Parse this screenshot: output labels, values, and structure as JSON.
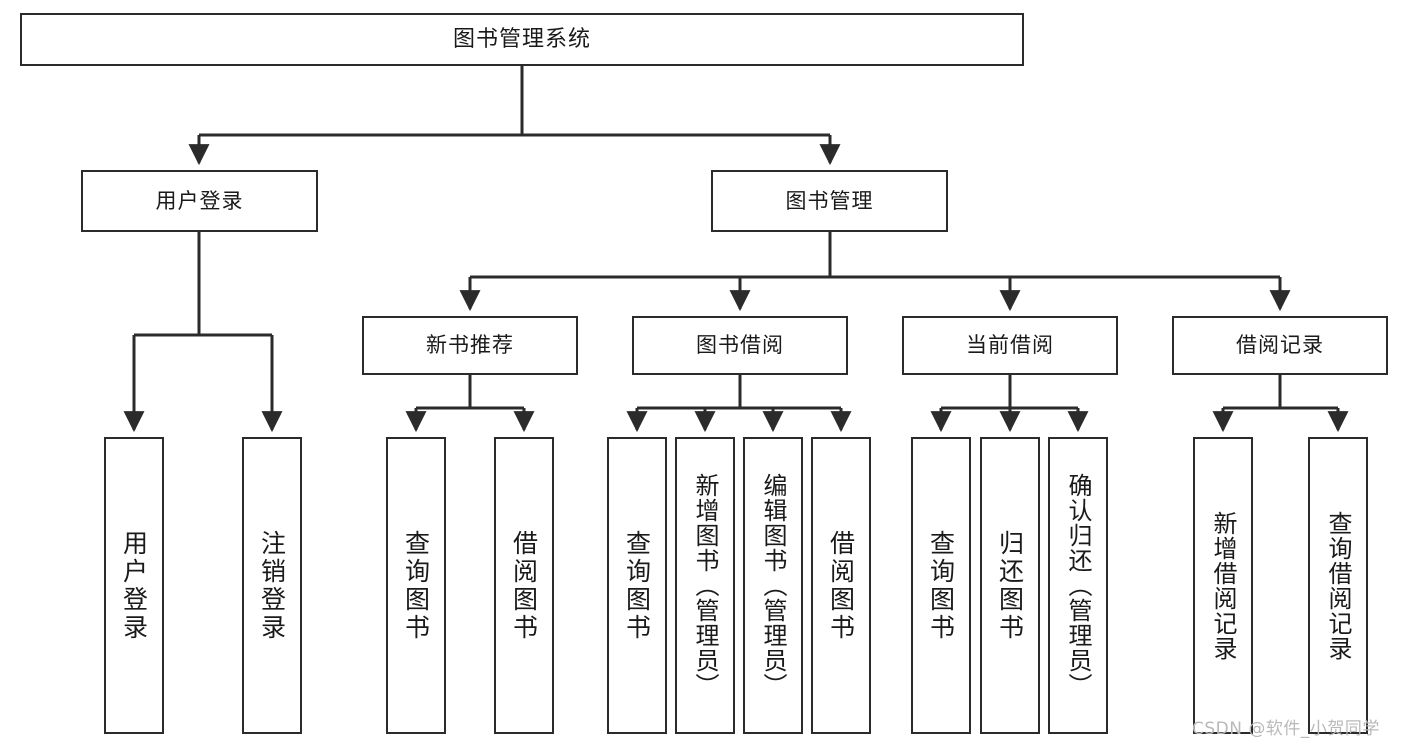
{
  "diagram": {
    "title": "图书管理系统",
    "type": "tree-hierarchy-diagram",
    "colors": {
      "box_border": "#2b2b2b",
      "box_fill": "#ffffff",
      "connector": "#2b2b2b",
      "text": "#1a1a1a",
      "watermark": "#b9b9b9",
      "background": "#ffffff"
    },
    "watermark": "CSDN @软件_小贺同学",
    "nodes": {
      "root": {
        "label": "图书管理系统"
      },
      "level2": [
        {
          "id": "user-login",
          "label": "用户登录"
        },
        {
          "id": "book-management",
          "label": "图书管理"
        }
      ],
      "level3": [
        {
          "id": "new-book-recommend",
          "label": "新书推荐"
        },
        {
          "id": "book-borrow",
          "label": "图书借阅"
        },
        {
          "id": "current-borrow",
          "label": "当前借阅"
        },
        {
          "id": "borrow-record",
          "label": "借阅记录"
        }
      ],
      "leaves": {
        "user_login": [
          {
            "id": "leaf-user-login",
            "label": "用户登录"
          },
          {
            "id": "leaf-logout-login",
            "label": "注销登录"
          }
        ],
        "new_book_recommend": [
          {
            "id": "leaf-query-book-1",
            "label": "查询图书"
          },
          {
            "id": "leaf-borrow-book-1",
            "label": "借阅图书"
          }
        ],
        "book_borrow": [
          {
            "id": "leaf-query-book-2",
            "label": "查询图书"
          },
          {
            "id": "leaf-add-book-admin",
            "label": "新增图书（管理员）"
          },
          {
            "id": "leaf-edit-book-admin",
            "label": "编辑图书（管理员）"
          },
          {
            "id": "leaf-borrow-book-2",
            "label": "借阅图书"
          }
        ],
        "current_borrow": [
          {
            "id": "leaf-query-book-3",
            "label": "查询图书"
          },
          {
            "id": "leaf-return-book",
            "label": "归还图书"
          },
          {
            "id": "leaf-confirm-return-admin",
            "label": "确认归还（管理员）"
          }
        ],
        "borrow_record": [
          {
            "id": "leaf-add-borrow-record",
            "label": "新增借阅记录"
          },
          {
            "id": "leaf-query-borrow-record",
            "label": "查询借阅记录"
          }
        ]
      }
    }
  }
}
